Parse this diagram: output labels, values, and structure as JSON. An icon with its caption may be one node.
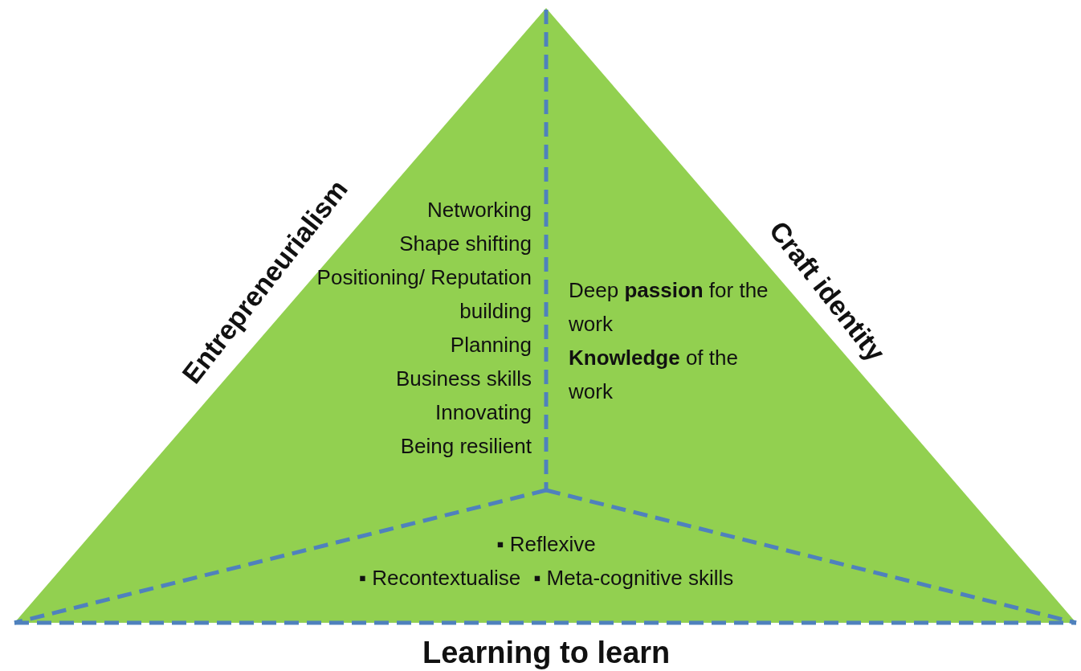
{
  "diagram": {
    "nodes": [
      {
        "text": [
          "Networking",
          "Shape shifting",
          "Positioning/ Reputation building",
          "Planning",
          "Business skills",
          "Innovating",
          "Being resilient"
        ]
      },
      {
        "text": [
          "Deep **passion** for the work",
          "**Knowledge** of the work"
        ]
      },
      {
        "text": [
          "▪ Reflexive",
          "▪ Recontextualise",
          "▪ Meta-cognitive skills"
        ]
      }
    ],
    "edges": [],
    "labels": [
      "Entrepreneurialism",
      "Craft identity",
      "Learning to learn"
    ]
  }
}
